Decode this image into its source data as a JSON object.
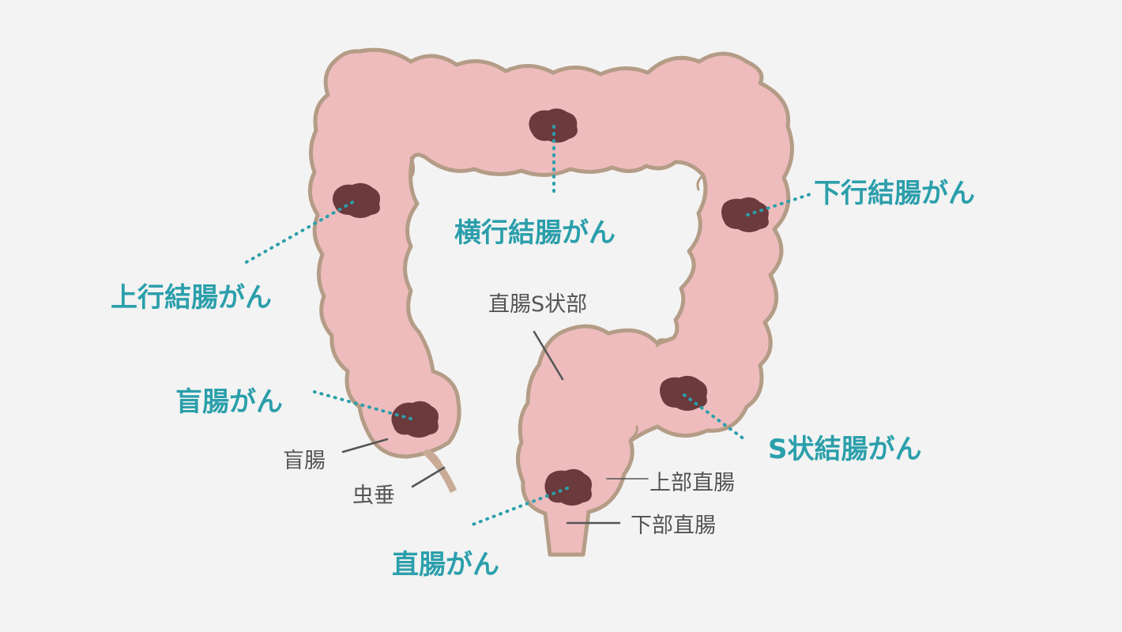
{
  "colors": {
    "background": "#f3f3f3",
    "colon_fill": "#eebcbd",
    "colon_outline": "#b49c86",
    "tumor": "#6b3a3c",
    "appendix": "#c9ab95",
    "cancer_label": "#2b9fab",
    "part_label": "#555555"
  },
  "cancer_labels": {
    "transverse": "横行結腸がん",
    "descending": "下行結腸がん",
    "ascending": "上行結腸がん",
    "cecum": "盲腸がん",
    "sigmoid": "S状結腸がん",
    "rectum": "直腸がん"
  },
  "part_labels": {
    "rectosigmoid": "直腸S状部",
    "cecum": "盲腸",
    "appendix": "虫垂",
    "upper_rectum": "上部直腸",
    "lower_rectum": "下部直腸"
  }
}
